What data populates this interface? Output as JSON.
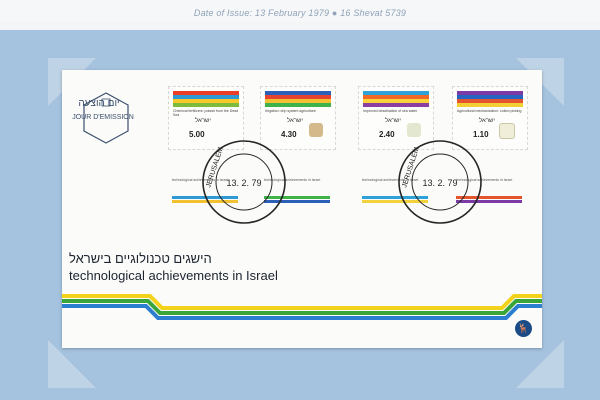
{
  "header": {
    "issue_date_text": "Date of Issue: 13 February 1979 ● 16 Shevat 5739"
  },
  "envelope": {
    "seal": {
      "hebrew": "יום הוצעה",
      "french": "JOUR D'EMISSION"
    },
    "title_hebrew": "הישגים טכנולוגיים בישראל",
    "title_english": "technological achievements in Israel",
    "stripe_colors": [
      "#f2d21a",
      "#39a63b",
      "#2c7ed0"
    ],
    "emblem_symbol": "🦌"
  },
  "stamps": [
    {
      "caption": "Chemical fertilizers: potash from the Dead Sea",
      "country": "ישראל",
      "value": "5.00",
      "art_colors": [
        "#e93f26",
        "#2e9ad4",
        "#f7c72b",
        "#7dbb3a"
      ]
    },
    {
      "caption": "Irrigation: drip system agriculture",
      "country": "ישראל",
      "value": "4.30",
      "art_colors": [
        "#2c5fb8",
        "#e6432f",
        "#f2c132",
        "#3fb34a"
      ]
    },
    {
      "caption": "Improved desalination of sea water",
      "country": "ישראל",
      "value": "2.40",
      "art_colors": [
        "#2ea1d7",
        "#ef6a25",
        "#fbd33b",
        "#8b3fa0"
      ]
    },
    {
      "caption": "Agricultural mechanization: cotton picking",
      "country": "ישראל",
      "value": "1.10",
      "art_colors": [
        "#7b3aa6",
        "#2763c0",
        "#e4552d",
        "#f1cf35"
      ]
    }
  ],
  "tabs": [
    {
      "text": "technological achievements in Israel",
      "art_colors": [
        "#2f9ad4",
        "#f2c132"
      ]
    },
    {
      "text": "technological achievements in Israel",
      "art_colors": [
        "#3fb34a",
        "#2c5fb8"
      ]
    },
    {
      "text": "technological achievements in Israel",
      "art_colors": [
        "#2ea1d7",
        "#f3d23d"
      ]
    },
    {
      "text": "technological achievements in Israel",
      "art_colors": [
        "#e4552d",
        "#7b3aa6"
      ]
    }
  ],
  "postmarks": [
    {
      "date": "13. 2. 79",
      "city": "JERUSALEM"
    },
    {
      "date": "13. 2. 79",
      "city": "JERUSALEM"
    }
  ]
}
